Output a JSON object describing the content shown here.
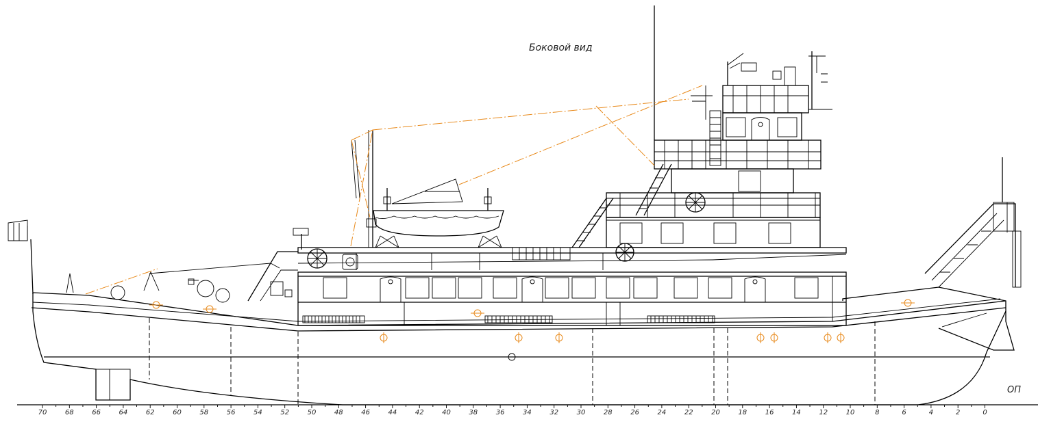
{
  "drawing": {
    "title": "Боковой вид",
    "baseline_label": "ОП",
    "frame_numbers": [
      "70",
      "68",
      "66",
      "64",
      "62",
      "60",
      "58",
      "56",
      "54",
      "52",
      "50",
      "48",
      "46",
      "44",
      "42",
      "40",
      "38",
      "36",
      "34",
      "32",
      "30",
      "28",
      "26",
      "24",
      "22",
      "20",
      "18",
      "16",
      "14",
      "12",
      "10",
      "8",
      "6",
      "4",
      "2",
      "0"
    ],
    "colors": {
      "line": "#000000",
      "annotation": "#e8891a",
      "background": "#ffffff"
    }
  }
}
